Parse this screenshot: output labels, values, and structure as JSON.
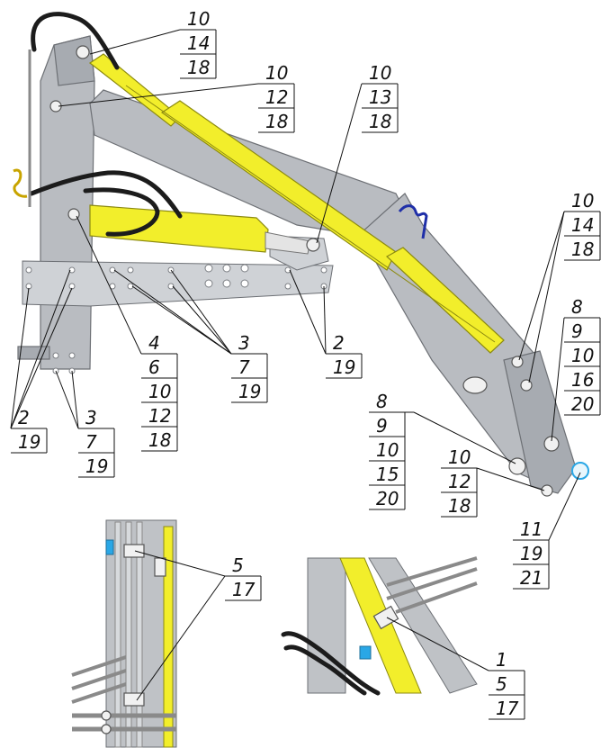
{
  "callouts": [
    {
      "id": "c1",
      "numbers": [
        "10",
        "14",
        "18"
      ]
    },
    {
      "id": "c2",
      "numbers": [
        "10",
        "12",
        "18"
      ]
    },
    {
      "id": "c3",
      "numbers": [
        "10",
        "13",
        "18"
      ]
    },
    {
      "id": "c4",
      "numbers": [
        "10",
        "14",
        "18"
      ]
    },
    {
      "id": "c5",
      "numbers": [
        "8",
        "9",
        "10",
        "16",
        "20"
      ]
    },
    {
      "id": "c6",
      "numbers": [
        "4",
        "6",
        "10",
        "12",
        "18"
      ]
    },
    {
      "id": "c7",
      "numbers": [
        "3",
        "7",
        "19"
      ]
    },
    {
      "id": "c8",
      "numbers": [
        "2",
        "19"
      ]
    },
    {
      "id": "c9",
      "numbers": [
        "2",
        "19"
      ]
    },
    {
      "id": "c10",
      "numbers": [
        "3",
        "7",
        "19"
      ]
    },
    {
      "id": "c11",
      "numbers": [
        "8",
        "9",
        "10",
        "15",
        "20"
      ]
    },
    {
      "id": "c12",
      "numbers": [
        "10",
        "12",
        "18"
      ]
    },
    {
      "id": "c13",
      "numbers": [
        "11",
        "19",
        "21"
      ]
    },
    {
      "id": "c14",
      "numbers": [
        "5",
        "17"
      ]
    },
    {
      "id": "c15",
      "numbers": [
        "1",
        "5",
        "17"
      ]
    }
  ],
  "colors": {
    "frame": "#b9bcc1",
    "cylinder": "#f2ee2b",
    "hose": "#1c1c1c",
    "detail_u_bolt": "#1f2fa8",
    "highlight_pin": "#2aa7e6"
  }
}
